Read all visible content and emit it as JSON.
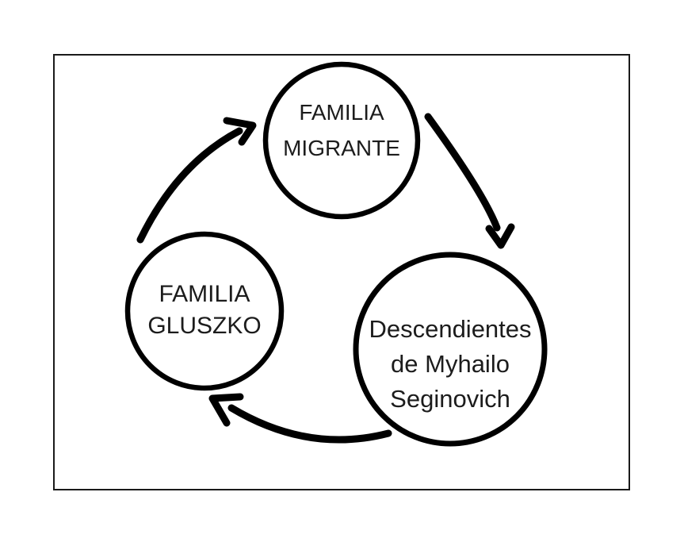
{
  "page": {
    "background": "#ffffff"
  },
  "frame": {
    "border_color": "#1a1a1a"
  },
  "diagram": {
    "type": "cycle",
    "ink_color": "#000000",
    "text_color": "#1c1c1c",
    "nodes": [
      {
        "id": "familia-migrante",
        "lines": [
          "FAMILIA",
          "MIGRANTE"
        ]
      },
      {
        "id": "descendientes-seginovich",
        "lines": [
          "Descendientes",
          "de Myhailo",
          "Seginovich"
        ]
      },
      {
        "id": "familia-gluszko",
        "lines": [
          "FAMILIA",
          "GLUSZKO"
        ]
      }
    ],
    "arrows": [
      {
        "from": "familia-migrante",
        "to": "descendientes-seginovich"
      },
      {
        "from": "descendientes-seginovich",
        "to": "familia-gluszko"
      },
      {
        "from": "familia-gluszko",
        "to": "familia-migrante"
      }
    ]
  }
}
